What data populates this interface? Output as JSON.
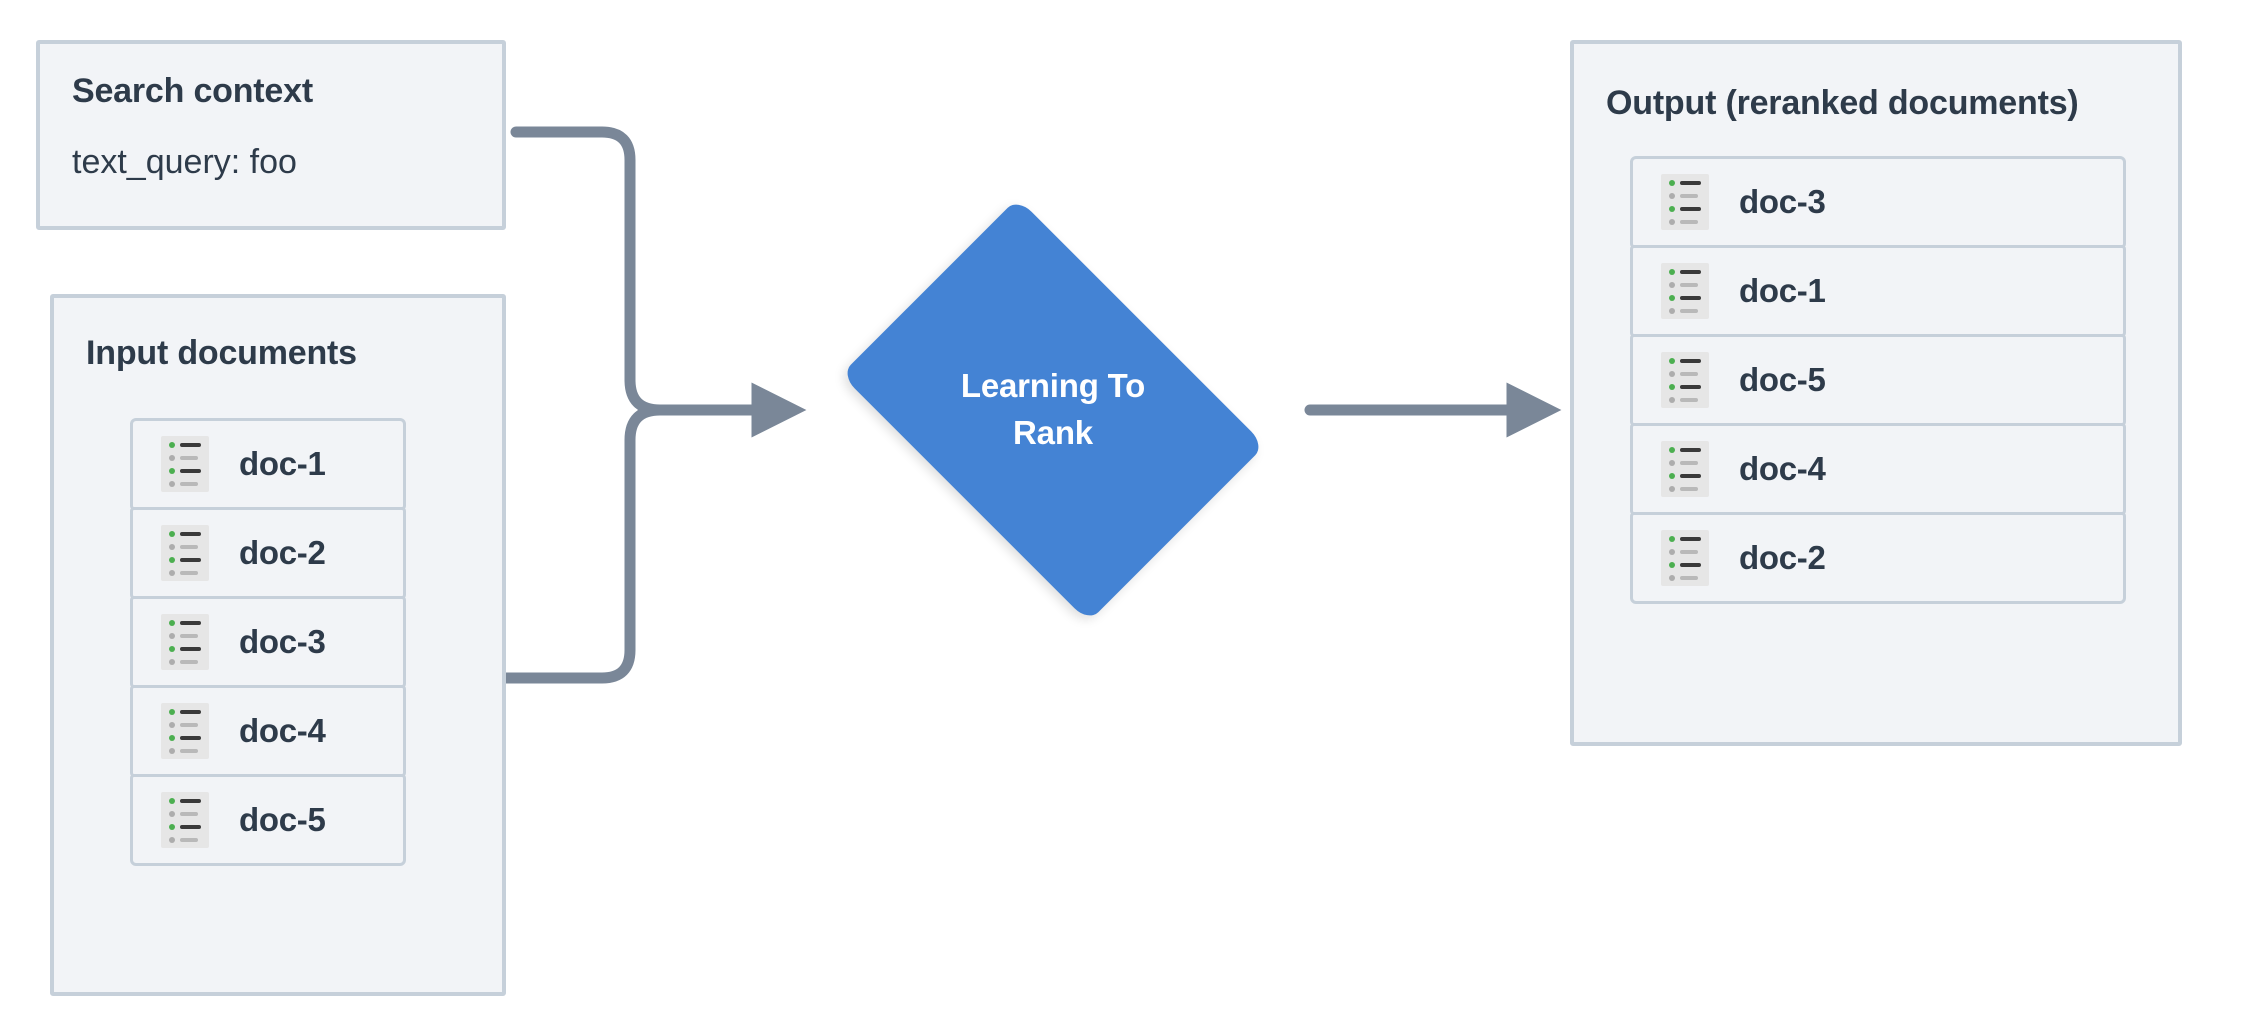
{
  "diagram": {
    "title": "Learning To Rank reranking pipeline",
    "colors": {
      "panel_fill": "#f2f4f7",
      "panel_border": "#c6d0da",
      "text": "#2e3b4a",
      "node_blue": "#4483d4",
      "node_text": "#ffffff",
      "edge": "#7a8798",
      "icon_bg": "#e6e6e6",
      "icon_dot_green": "#4caf50",
      "icon_dot_gray": "#adadad",
      "icon_bar_dark": "#3a3a3a",
      "icon_bar_light": "#b9b9b9",
      "background": "#ffffff"
    }
  },
  "search_context": {
    "title": "Search context",
    "query_line": "text_query: foo"
  },
  "input_documents": {
    "title": "Input documents",
    "docs": [
      {
        "label": "doc-1",
        "icon": "document-list-icon"
      },
      {
        "label": "doc-2",
        "icon": "document-list-icon"
      },
      {
        "label": "doc-3",
        "icon": "document-list-icon"
      },
      {
        "label": "doc-4",
        "icon": "document-list-icon"
      },
      {
        "label": "doc-5",
        "icon": "document-list-icon"
      }
    ]
  },
  "ltr_node": {
    "label": "Learning To\nRank",
    "shape": "diamond"
  },
  "output": {
    "title": "Output (reranked documents)",
    "docs": [
      {
        "label": "doc-3",
        "icon": "document-list-icon"
      },
      {
        "label": "doc-1",
        "icon": "document-list-icon"
      },
      {
        "label": "doc-5",
        "icon": "document-list-icon"
      },
      {
        "label": "doc-4",
        "icon": "document-list-icon"
      },
      {
        "label": "doc-2",
        "icon": "document-list-icon"
      }
    ]
  },
  "edges": [
    {
      "name": "search-context-to-ltr",
      "from": "search_context",
      "to": "ltr_node",
      "arrow": true
    },
    {
      "name": "input-documents-to-ltr",
      "from": "input_documents",
      "to": "ltr_node",
      "arrow": true
    },
    {
      "name": "ltr-to-output",
      "from": "ltr_node",
      "to": "output",
      "arrow": true
    }
  ]
}
